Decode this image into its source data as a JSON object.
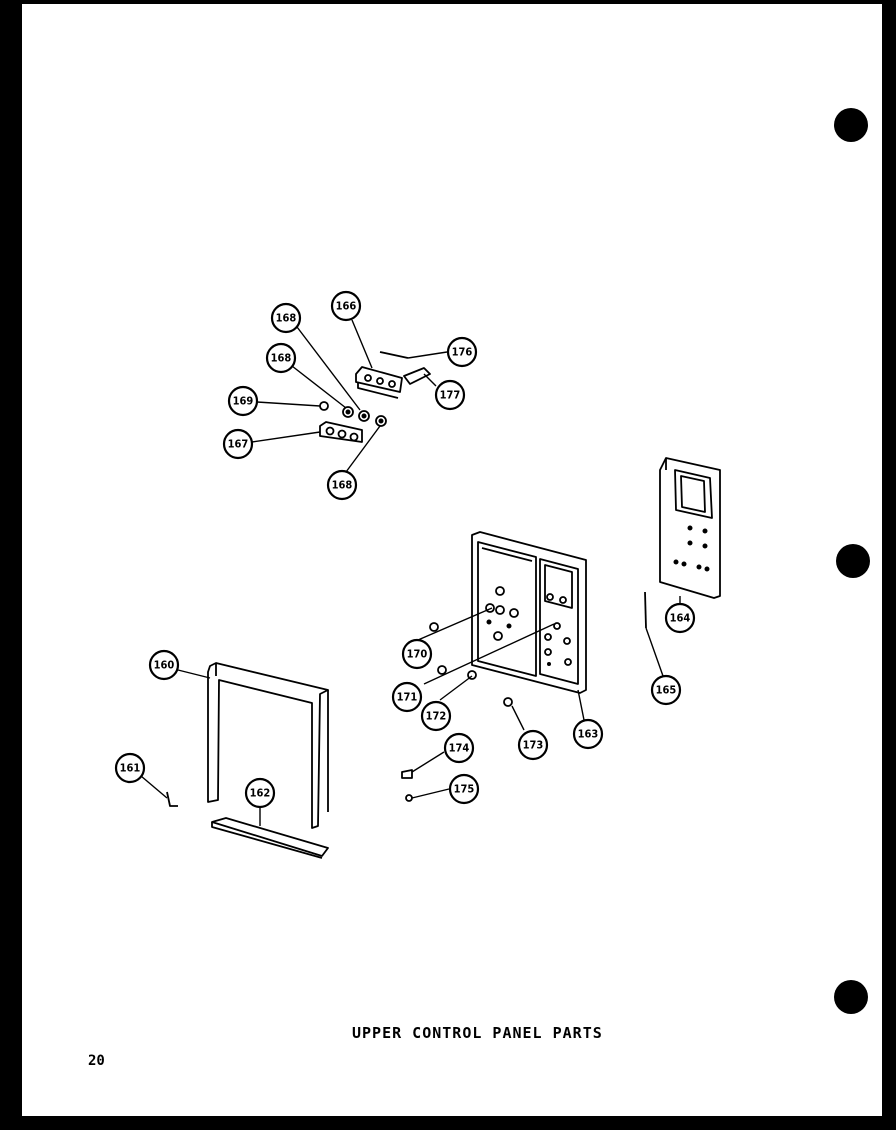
{
  "title": "UPPER CONTROL PANEL PARTS",
  "page_number": "20",
  "callouts": {
    "c160": "160",
    "c161": "161",
    "c162": "162",
    "c163": "163",
    "c164": "164",
    "c165": "165",
    "c166": "166",
    "c167": "167",
    "c168a": "168",
    "c168b": "168",
    "c168c": "168",
    "c169": "169",
    "c170": "170",
    "c171": "171",
    "c172": "172",
    "c173": "173",
    "c174": "174",
    "c175": "175",
    "c176": "176",
    "c177": "177"
  }
}
